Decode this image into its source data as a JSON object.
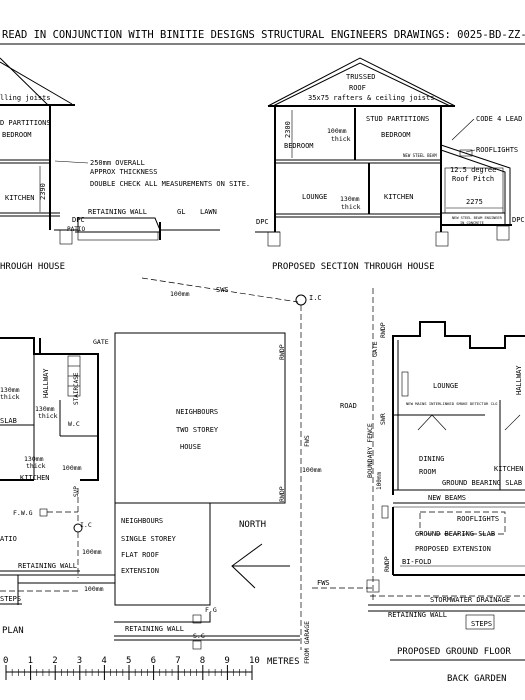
{
  "header": {
    "note": "READ IN CONJUNCTION WITH BINITIE DESIGNS STRUCTURAL ENGINEERS DRAWINGS: 0025-BD-ZZ-FN-PL-"
  },
  "existing_section": {
    "partitions": "D PARTITIONS",
    "joists": "lling joists",
    "bedroom": "BEDROOM",
    "kitchen": "KITCHEN",
    "dim_2390": "2390",
    "dpc": "DPC",
    "patio": "PATIO",
    "caption": "HROUGH HOUSE"
  },
  "proposed_section": {
    "roof_line1": "TRUSSED",
    "roof_line2": "ROOF",
    "roof_line3": "35x75 rafters & ceiling joists",
    "dim_2300": "2300",
    "partition_width_1": "100mm",
    "partition_width_2": "thick",
    "stud_partitions": "STUD PARTITIONS",
    "bedroom_left": "BEDROOM",
    "bedroom_right": "BEDROOM",
    "new_steel_beam": "NEW STEEL BEAM",
    "lead": "CODE 4 LEAD",
    "rooflights": "ROOFLIGHTS",
    "pitch_line1": "12.5 degree",
    "pitch_line2": "Roof Pitch",
    "lounge": "LOUNGE",
    "slab_1": "130mm",
    "slab_2": "thick",
    "kitchen": "KITCHEN",
    "dim_2275": "2275",
    "beam_note_1": "NEW STEEL BEAM ENGINEER",
    "beam_note_2": "IN CONCRETE",
    "dpc_left": "DPC",
    "dpc_right": "DPC",
    "caption": "PROPOSED SECTION THROUGH HOUSE"
  },
  "notes": {
    "overall_1": "250mm OVERALL",
    "overall_2": "APPROX THICKNESS",
    "check": "DOUBLE CHECK ALL MEASUREMENTS ON SITE.",
    "retaining_wall": "RETAINING WALL",
    "gl": "GL",
    "lawn": "LAWN"
  },
  "site": {
    "sws": "SWS",
    "pipe_100_a": "100mm",
    "ic_top": "I.C",
    "rwdp_1": "RWDP",
    "rwdp_2": "RWDP",
    "fws_1": "FWS",
    "pipe_100_b": "100mm",
    "neighbours_house_1": "NEIGHBOURS",
    "neighbours_house_2": "TWO STOREY",
    "neighbours_house_3": "HOUSE",
    "neighbours_ext_1": "NEIGHBOURS",
    "neighbours_ext_2": "SINGLE STOREY",
    "neighbours_ext_3": "FLAT ROOF",
    "neighbours_ext_4": "EXTENSION",
    "north": "NORTH",
    "fg": "F.G",
    "sg": "S.G",
    "garage": "FROM GARAGE",
    "retaining_wall": "RETAINING WALL"
  },
  "existing_plan": {
    "gate": "GATE",
    "hallway": "HALLWAY",
    "staircase": "STAIRCASE",
    "slab_a_1": "130mm",
    "slab_a_2": "thick",
    "slab_label": "SLAB",
    "slab_b_1": "130mm",
    "slab_b_2": "thick",
    "wc": "W.C",
    "slab_c_1": "130mm",
    "slab_c_2": "thick",
    "pipe_100": "100mm",
    "kitchen": "KITCHEN",
    "svp": "SVP",
    "fwg": "F.W.G",
    "ic": "I.C",
    "patio": "ATIO",
    "pipe_100_b": "100mm",
    "retaining_wall": "RETAINING WALL",
    "pipe_100_c": "100mm",
    "steps": "STEPS",
    "caption": "PLAN"
  },
  "proposed_plan": {
    "rwdp_1": "RWDP",
    "gate": "GATE",
    "swr": "SWR",
    "boundary": "BOUNDARY FENCE",
    "road": "ROAD",
    "lounge": "LOUNGE",
    "hallway": "HALLWAY",
    "smoke_note": "NEW MAINS INTERLINKED SMOKE DETECTOR CLG",
    "dining_1": "DINING",
    "dining_2": "ROOM",
    "slab": "GROUND BEARING SLAB",
    "kitchen": "KITCHEN",
    "pipe_100": "100mm",
    "new_beams": "NEW BEAMS",
    "rooflights": "ROOFLIGHTS",
    "slab_2": "GROUND BEARING SLAB",
    "extension": "PROPOSED EXTENSION",
    "bifold": "BI-FOLD",
    "rwdp_2": "RWDP",
    "fws": "FWS",
    "stormwater": "STORMWATER DRAINAGE",
    "retaining_wall": "RETAINING WALL",
    "steps": "STEPS",
    "caption": "PROPOSED GROUND FLOOR",
    "back_garden": "BACK GARDEN"
  },
  "scale": {
    "ticks": [
      "0",
      "1",
      "2",
      "3",
      "4",
      "5",
      "6",
      "7",
      "8",
      "9",
      "10"
    ],
    "unit": "METRES"
  }
}
